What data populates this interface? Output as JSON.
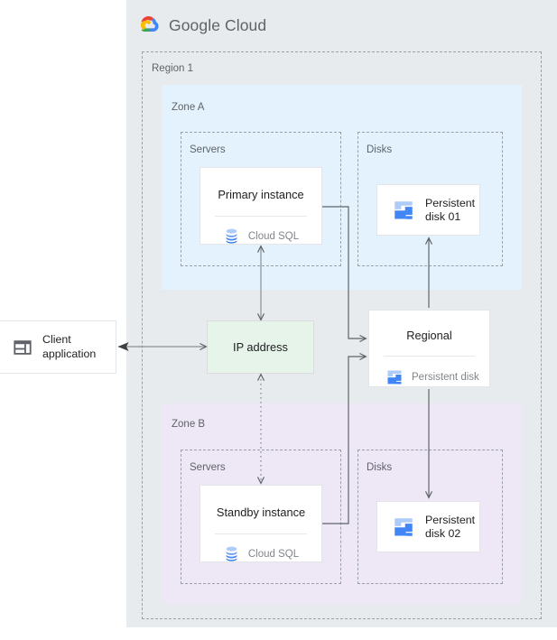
{
  "brand": {
    "logo_icon": "google-cloud-logo-icon",
    "name_primary": "Google",
    "name_secondary": "Cloud",
    "colors": {
      "red": "#EA4335",
      "yellow": "#FBBC04",
      "green": "#34A853",
      "blue": "#4285F4",
      "text": "#5F6368"
    }
  },
  "region": {
    "label": "Region 1"
  },
  "zones": {
    "a": {
      "label": "Zone A",
      "bg": "#e3f2fd",
      "groups": {
        "servers": "Servers",
        "disks": "Disks"
      }
    },
    "b": {
      "label": "Zone B",
      "bg": "#ede7f6",
      "groups": {
        "servers": "Servers",
        "disks": "Disks"
      }
    }
  },
  "nodes": {
    "primary_instance": {
      "title": "Primary instance",
      "subtitle": "Cloud SQL",
      "icon": "cloud-sql-icon"
    },
    "standby_instance": {
      "title": "Standby instance",
      "subtitle": "Cloud SQL",
      "icon": "cloud-sql-icon"
    },
    "persistent_disk_01": {
      "line1": "Persistent",
      "line2": "disk 01",
      "icon": "persistent-disk-icon"
    },
    "persistent_disk_02": {
      "line1": "Persistent",
      "line2": "disk 02",
      "icon": "persistent-disk-icon"
    },
    "regional_disk": {
      "title": "Regional",
      "subtitle": "Persistent disk",
      "icon": "persistent-disk-icon"
    },
    "ip_address": {
      "label": "IP address",
      "bg": "#e6f4ea"
    },
    "client_application": {
      "line1": "Client",
      "line2": "application",
      "icon": "window-icon"
    }
  },
  "connectors": [
    {
      "name": "client-to-ip",
      "style": "solid",
      "direction": "bidirectional"
    },
    {
      "name": "primary-to-ip",
      "style": "solid",
      "direction": "bidirectional"
    },
    {
      "name": "ip-to-standby",
      "style": "dotted",
      "direction": "bidirectional"
    },
    {
      "name": "primary-to-regional",
      "style": "solid",
      "direction": "forward"
    },
    {
      "name": "standby-to-regional",
      "style": "solid",
      "direction": "forward"
    },
    {
      "name": "regional-to-disk-01",
      "style": "solid",
      "direction": "forward"
    },
    {
      "name": "regional-to-disk-02",
      "style": "solid",
      "direction": "forward"
    }
  ],
  "palette": {
    "canvas": "#e8ebed",
    "page": "#ffffff",
    "stroke": "#5f6368",
    "dashed_border": "#9aa0a6",
    "disk_blue_light": "#AECBFA",
    "disk_blue_dark": "#4285F4",
    "sql_blue": "#5E97F6"
  }
}
